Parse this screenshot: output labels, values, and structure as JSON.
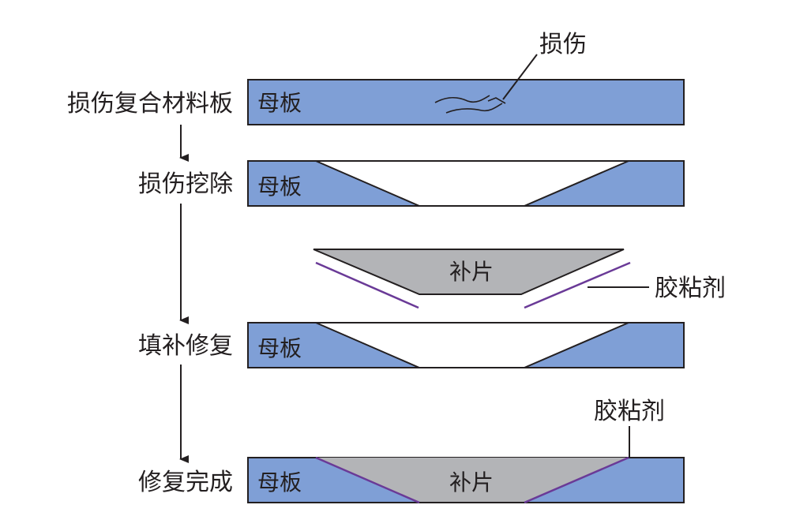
{
  "steps": [
    "损伤复合材料板",
    "损伤挖除",
    "填补修复",
    "修复完成"
  ],
  "labels": {
    "mother_plate": "母板",
    "patch": "补片",
    "damage": "损伤",
    "adhesive": "胶粘剂"
  },
  "colors": {
    "plate_fill": "#7f9fd6",
    "patch_fill": "#b3b4b7",
    "adhesive_line": "#6a3a97",
    "outline": "#231f20"
  }
}
